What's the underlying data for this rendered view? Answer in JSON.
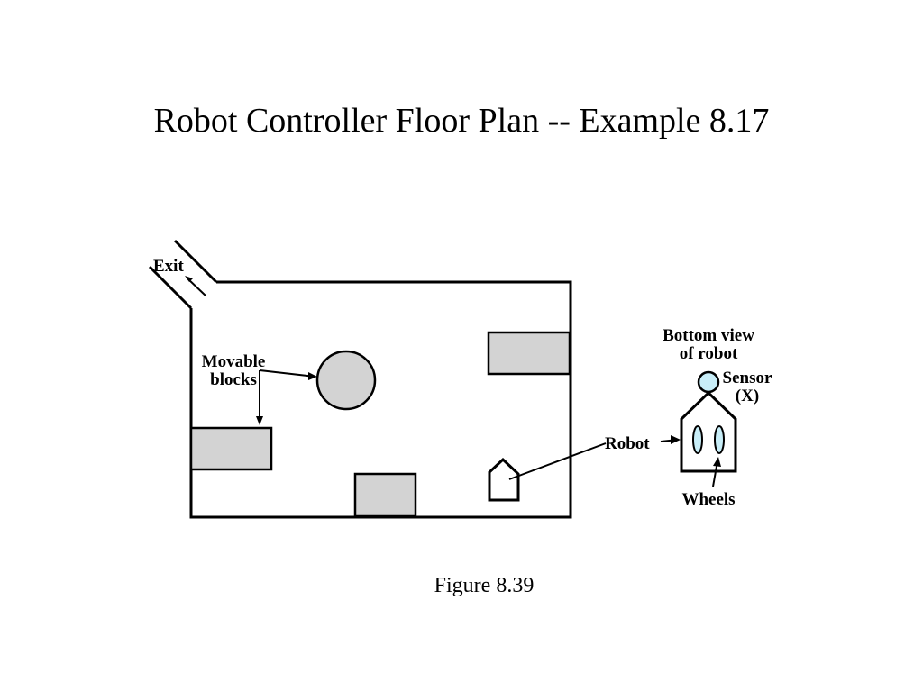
{
  "title": "Robot Controller Floor Plan -- Example 8.17",
  "caption": "Figure 8.39",
  "labels": {
    "exit": "Exit",
    "movable_line1": "Movable",
    "movable_line2": "blocks",
    "bottom_view_line1": "Bottom view",
    "bottom_view_line2": "of robot",
    "sensor_line1": "Sensor",
    "sensor_line2": "(X)",
    "robot": "Robot",
    "wheels": "Wheels"
  },
  "colors": {
    "block_fill": "#d3d3d3",
    "sensor_fill": "#c8eef8",
    "line": "#000000"
  }
}
